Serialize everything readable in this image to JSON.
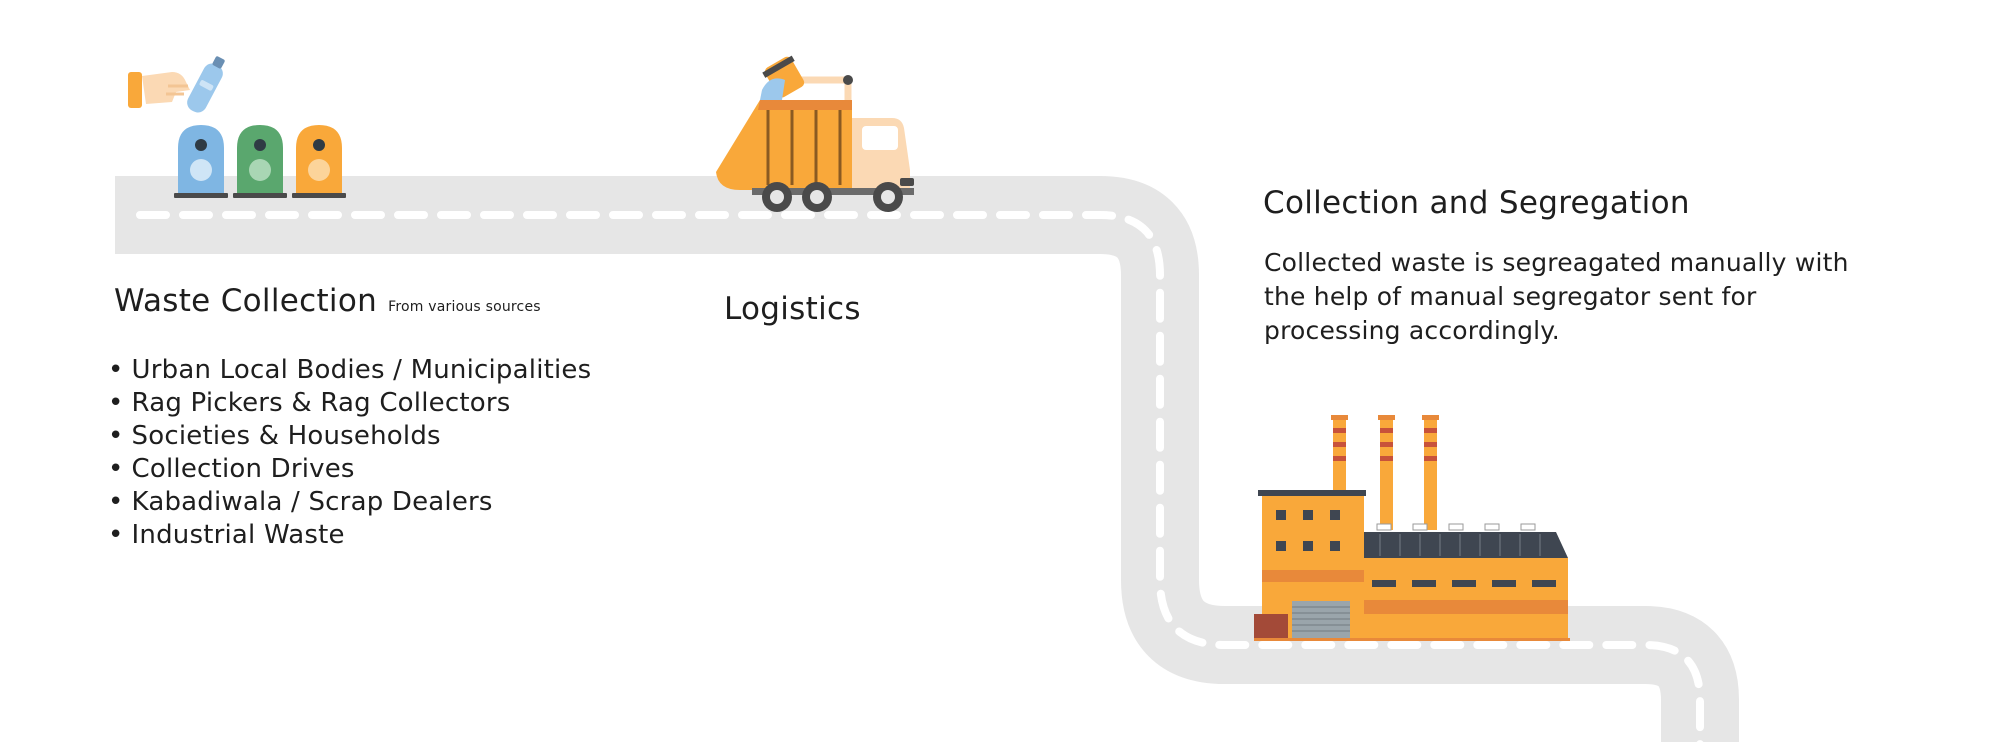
{
  "steps": {
    "waste_collection": {
      "title": "Waste Collection",
      "subtitle": "From various sources",
      "sources": [
        "Urban Local Bodies / Municipalities",
        "Rag Pickers & Rag Collectors",
        "Societies & Households",
        "Collection Drives",
        "Kabadiwala / Scrap Dealers",
        "Industrial Waste"
      ]
    },
    "logistics": {
      "title": "Logistics"
    },
    "segregation": {
      "title": "Collection and Segregation",
      "description": "Collected waste is segreagated manually with the help of manual segregator sent for processing accordingly."
    }
  },
  "colors": {
    "road": "#e6e6e6",
    "road_marking": "#ffffff",
    "orange": "#f9a83a",
    "dark_orange": "#e8893a",
    "bin_blue": "#7fb6e3",
    "bin_green": "#5aa76e",
    "dark": "#4a4a4a",
    "stripe_red": "#c8523a"
  },
  "icons": {
    "bins": "recycling-bins-icon",
    "hand": "hand-with-bottle-icon",
    "truck": "garbage-truck-icon",
    "factory": "factory-icon"
  }
}
